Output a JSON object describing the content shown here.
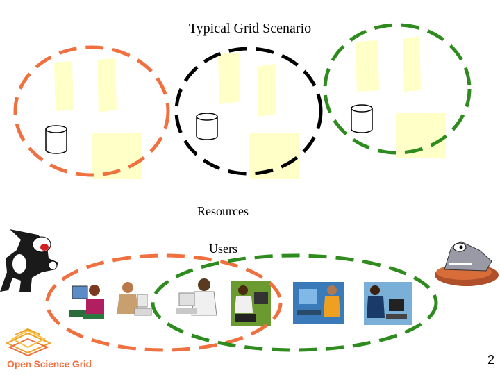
{
  "title": "Typical Grid Scenario",
  "labels": {
    "resources": "Resources",
    "users": "Users"
  },
  "logo": {
    "text": "Open Science Grid",
    "icon": "osg-logo-icon"
  },
  "page_number": "2",
  "colors": {
    "orange_group": "#f07040",
    "black_group": "#000000",
    "green_group": "#2e8b1e",
    "resource_box": "#ffffc8"
  },
  "resource_groups": [
    {
      "name": "orange-site",
      "color": "#f07040"
    },
    {
      "name": "black-site",
      "color": "#000000"
    },
    {
      "name": "green-site",
      "color": "#2e8b1e"
    }
  ],
  "user_groups": [
    {
      "name": "orange-user-group",
      "color": "#f07040"
    },
    {
      "name": "green-user-group",
      "color": "#2e8b1e"
    }
  ],
  "icons": [
    "database-icon",
    "server-icon",
    "cat-cartoon-icon",
    "dog-cartoon-icon",
    "user-at-computer-icon"
  ]
}
